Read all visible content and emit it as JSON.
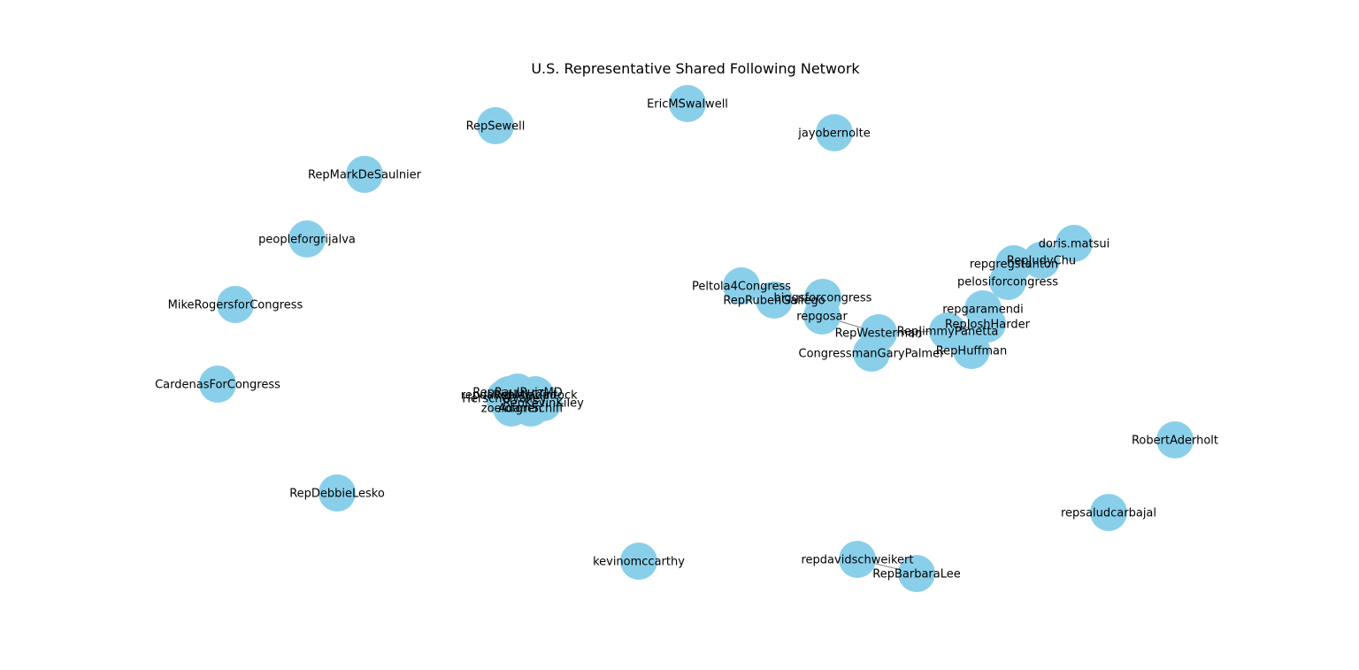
{
  "title": "U.S. Representative Shared Following Network",
  "colors": {
    "node": "#89CFEA",
    "edge": "#808080",
    "text": "#000000",
    "background": "#ffffff"
  },
  "nodes": [
    {
      "id": "EricMSwalwell",
      "label": "EricMSwalwell"
    },
    {
      "id": "RepSewell",
      "label": "RepSewell"
    },
    {
      "id": "jayobernolte",
      "label": "jayobernolte"
    },
    {
      "id": "RepMarkDeSaulnier",
      "label": "RepMarkDeSaulnier"
    },
    {
      "id": "peopleforgrijalva",
      "label": "peopleforgrijalva"
    },
    {
      "id": "MikeRogersforCongress",
      "label": "MikeRogersforCongress"
    },
    {
      "id": "CardenasForCongress",
      "label": "CardenasForCongress"
    },
    {
      "id": "RepDebbieLesko",
      "label": "RepDebbieLesko"
    },
    {
      "id": "kevinomccarthy",
      "label": "kevinomccarthy"
    },
    {
      "id": "repdavidschweikert",
      "label": "repdavidschweikert"
    },
    {
      "id": "RepBarbaraLee",
      "label": "RepBarbaraLee"
    },
    {
      "id": "repsaludcarbajal",
      "label": "repsaludcarbajal"
    },
    {
      "id": "RobertAderholt",
      "label": "RobertAderholt"
    },
    {
      "id": "doris.matsui",
      "label": "doris.matsui"
    },
    {
      "id": "RepJudyChu",
      "label": "RepJudyChu"
    },
    {
      "id": "repgregstanton",
      "label": "repgregstanton"
    },
    {
      "id": "pelosiforcongress",
      "label": "pelosiforcongress"
    },
    {
      "id": "repgaramendi",
      "label": "repgaramendi"
    },
    {
      "id": "RepJoshHarder",
      "label": "RepJoshHarder"
    },
    {
      "id": "RepJimmyPanetta",
      "label": "RepJimmyPanetta"
    },
    {
      "id": "RepHuffman",
      "label": "RepHuffman"
    },
    {
      "id": "Peltola4Congress",
      "label": "Peltola4Congress"
    },
    {
      "id": "RepRubenGallego",
      "label": "RepRubenGallego"
    },
    {
      "id": "biggsforcongress",
      "label": "biggsforcongress"
    },
    {
      "id": "repgosar",
      "label": "repgosar"
    },
    {
      "id": "RepWesterman",
      "label": "RepWesterman"
    },
    {
      "id": "CongressmanGaryPalmer",
      "label": "CongressmanGaryPalmer"
    },
    {
      "id": "RepRaulRuizMD",
      "label": "RepRaulRuizMD"
    },
    {
      "id": "RepMcClintock",
      "label": "RepMcClintock"
    },
    {
      "id": "RepKevinKiley",
      "label": "RepKevinKiley"
    },
    {
      "id": "Herschelvalley",
      "label": "Herschelvalley"
    },
    {
      "id": "repdavidvaladao",
      "label": "repdavidvaladao"
    },
    {
      "id": "zoelofgren",
      "label": "zoelofgren"
    },
    {
      "id": "AdamSchiff",
      "label": "AdamSchiff"
    }
  ],
  "edges": [
    [
      "biggsforcongress",
      "repgosar"
    ],
    [
      "repgosar",
      "RepWesterman"
    ],
    [
      "RepWesterman",
      "RepJimmyPanetta"
    ],
    [
      "RepWesterman",
      "CongressmanGaryPalmer"
    ],
    [
      "RepJimmyPanetta",
      "RepHuffman"
    ],
    [
      "RepJimmyPanetta",
      "RepJoshHarder"
    ],
    [
      "RepJoshHarder",
      "repgaramendi"
    ],
    [
      "repgaramendi",
      "pelosiforcongress"
    ],
    [
      "pelosiforcongress",
      "repgregstanton"
    ],
    [
      "repgregstanton",
      "RepJudyChu"
    ],
    [
      "RepJudyChu",
      "doris.matsui"
    ],
    [
      "Peltola4Congress",
      "RepRubenGallego"
    ],
    [
      "RepRubenGallego",
      "biggsforcongress"
    ],
    [
      "RepRaulRuizMD",
      "RepMcClintock"
    ],
    [
      "RepMcClintock",
      "RepKevinKiley"
    ],
    [
      "RepKevinKiley",
      "AdamSchiff"
    ],
    [
      "zoelofgren",
      "AdamSchiff"
    ],
    [
      "Herschelvalley",
      "zoelofgren"
    ],
    [
      "repdavidvaladao",
      "RepRaulRuizMD"
    ],
    [
      "repdavidschweikert",
      "RepBarbaraLee"
    ]
  ]
}
